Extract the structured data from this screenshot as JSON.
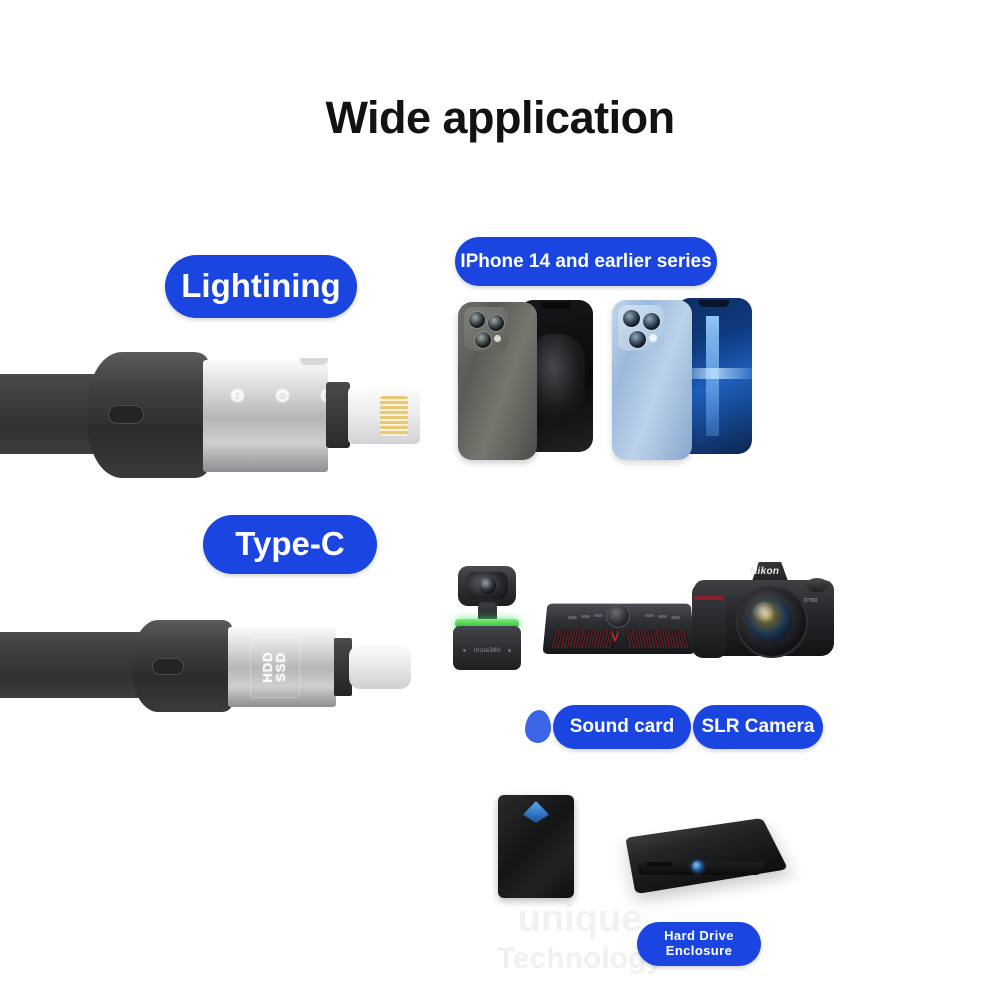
{
  "page": {
    "title": "Wide application",
    "background_color": "#ffffff",
    "accent_blue": "#1b45e0"
  },
  "labels": {
    "lightning": "Lightining",
    "type_c": "Type-C",
    "iphone": "IPhone 14 and earlier series",
    "sound_card": "Sound card",
    "slr_camera": "SLR Camera",
    "hard_drive_line1": "Hard Drive",
    "hard_drive_line2": "Enclosure"
  },
  "connectors": {
    "lightning": {
      "etch_icons": [
        "phone-icon",
        "camera-icon",
        "drive-icon"
      ],
      "tip_type": "lightning-plug"
    },
    "type_c": {
      "barrel_text_line1": "HDD",
      "barrel_text_line2": "SSD",
      "tip_type": "usb-c-plug"
    }
  },
  "devices": {
    "phone_dark_name": "iphone-graphite",
    "phone_blue_name": "iphone-sierra-blue",
    "webcam": {
      "name": "ai-webcam",
      "body_text": "Insta360"
    },
    "sound_card": {
      "name": "external-sound-card",
      "logo": "V"
    },
    "dslr": {
      "name": "nikon-dslr",
      "brand": "Nikon",
      "model": "D780"
    },
    "hdd_vertical": {
      "name": "portable-hard-drive"
    },
    "hdd_flat": {
      "name": "hard-drive-enclosure"
    }
  },
  "watermark": {
    "line1": "unique",
    "line2": "Technology"
  }
}
